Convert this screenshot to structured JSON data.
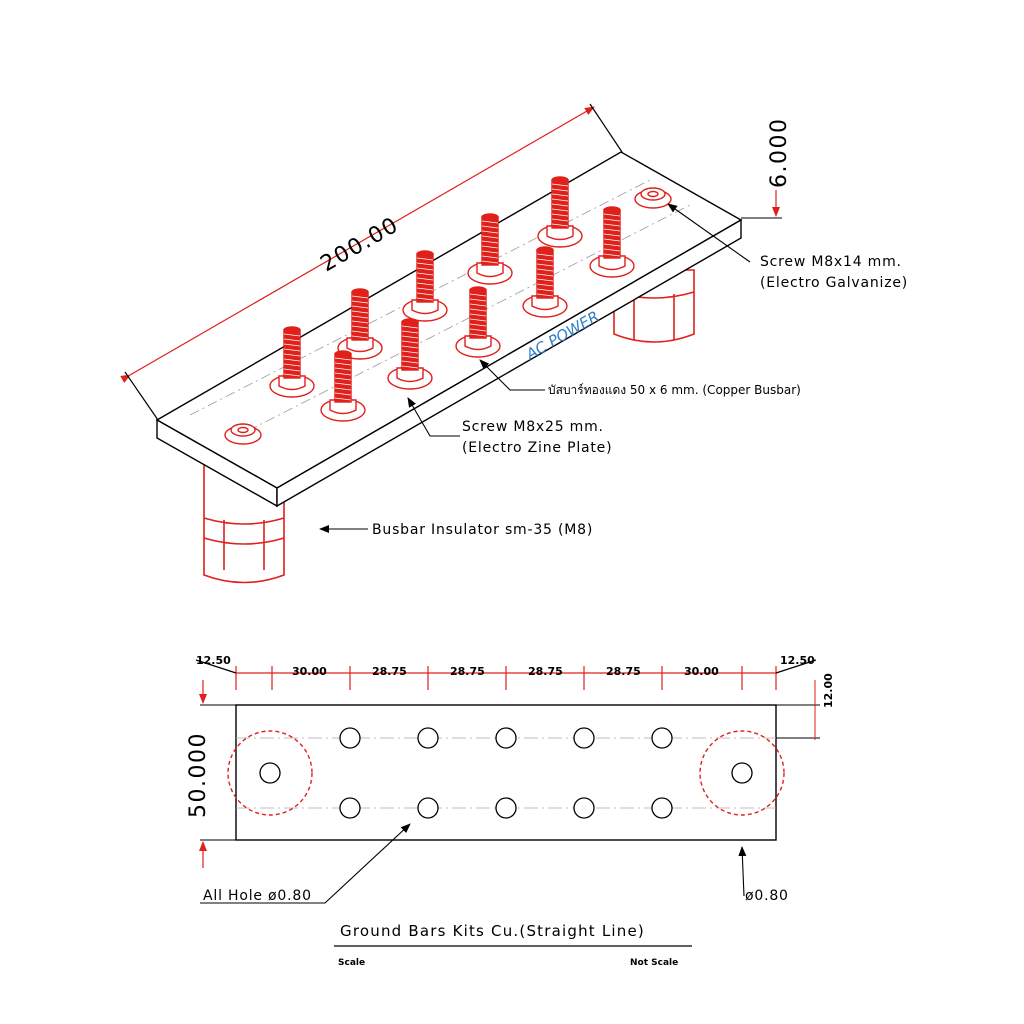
{
  "top_view": {
    "dim_length": "200.00",
    "dim_thickness": "6.000",
    "screw_m8x14_line1": "Screw M8x14 mm.",
    "screw_m8x14_line2": "(Electro Galvanize)",
    "busbar_label": "บัสบาร์ทองแดง 50 x 6 mm. (Copper Busbar)",
    "screw_m8x25_line1": "Screw M8x25 mm.",
    "screw_m8x25_line2": "(Electro Zine Plate)",
    "insulator_label": "Busbar Insulator sm-35 (M8)",
    "watermark": "AC POWER",
    "colors": {
      "red": "#e0201b",
      "line": "#000000",
      "watermark": "#2d7fc6"
    }
  },
  "plan_view": {
    "dim_left_edge": "12.50",
    "dim_right_edge": "12.50",
    "spacing_labels": [
      "30.00",
      "28.75",
      "28.75",
      "28.75",
      "28.75",
      "30.00"
    ],
    "dim_height": "50.000",
    "dim_row_offset": "12.00",
    "all_hole_label": "All Hole ø0.80",
    "right_hole_label": "ø0.80"
  },
  "title_block": {
    "title": "Ground Bars Kits Cu.(Straight Line)",
    "scale_label": "Scale",
    "scale_value": "Not Scale"
  }
}
